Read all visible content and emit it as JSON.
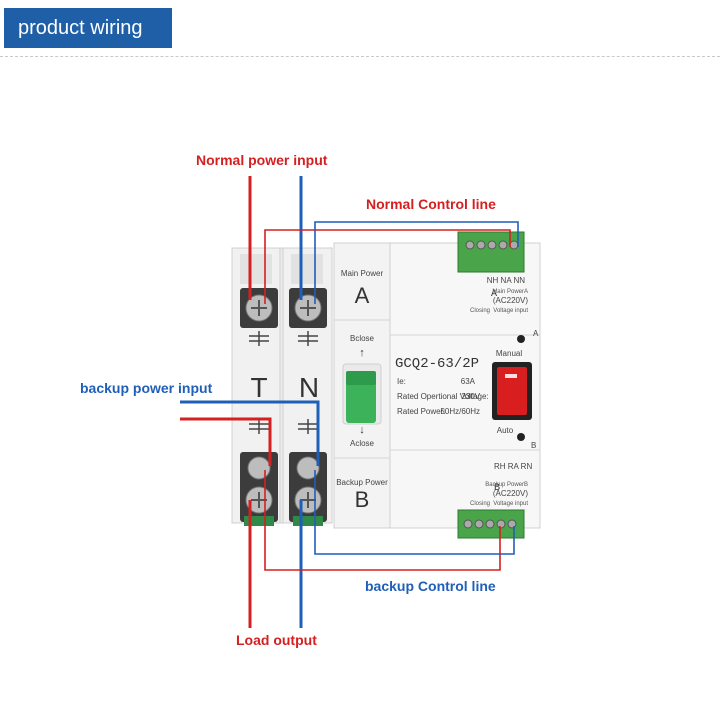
{
  "header": {
    "title": "product wiring"
  },
  "labels": {
    "normal_power_input": "Normal power input",
    "normal_control_line": "Normal Control line",
    "backup_power_input": "backup power input",
    "backup_control_line": "backup Control line",
    "load_output": "Load output"
  },
  "device": {
    "terminal_T": "T",
    "terminal_N": "N",
    "main_power": "Main Power",
    "main_letter": "A",
    "backup_power": "Backup Power",
    "backup_letter": "B",
    "bclose": "Bclose",
    "aclose": "Aclose",
    "model": "GCQ2-63/2P",
    "ie_label": "Ie:",
    "ie_value": "63A",
    "rated_voltage": "Rated Opertional Voltage:",
    "rated_voltage_value": "230V",
    "rated_power": "Rated Power:",
    "rated_power_value": "50Hz/60Hz",
    "manual": "Manual",
    "auto": "Auto",
    "a_marker": "A",
    "b_marker": "B",
    "top_terminals": "NH NA NN",
    "top_a": "A",
    "top_main_power": "Main PowerA",
    "top_ac": "(AC220V)",
    "top_voltage_input": "Voltage input",
    "top_closing": "Closing",
    "bottom_terminals": "RH RA RN",
    "bottom_b": "B",
    "bottom_backup_power": "Backup PowerB",
    "bottom_ac": "(AC220V)",
    "bottom_voltage_input": "Voltage input",
    "bottom_closing": "Closing"
  },
  "colors": {
    "header_bg": "#1f5fa8",
    "red_wire": "#d42020",
    "blue_wire": "#1f5fb8",
    "terminal_green": "#4aa44a",
    "switch_green": "#3cb35a",
    "rocker_red": "#d81e1e"
  }
}
